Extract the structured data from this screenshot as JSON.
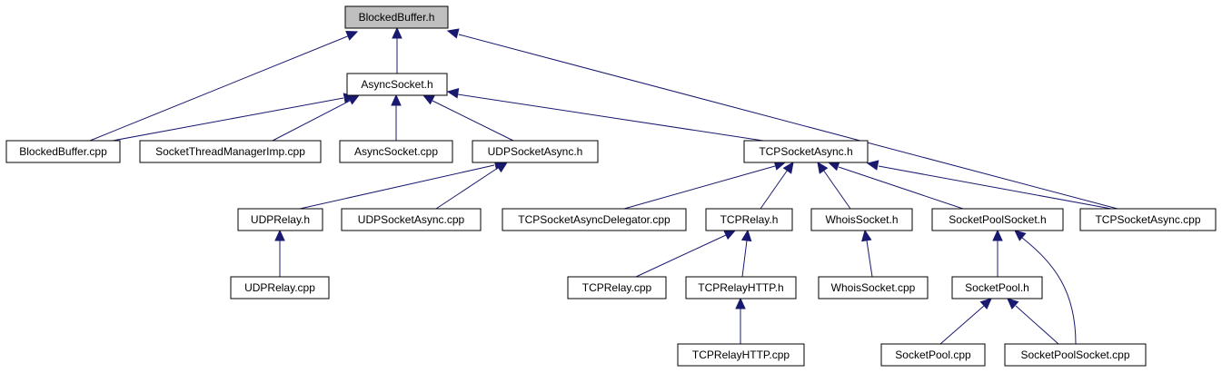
{
  "diagram": {
    "colors": {
      "edge": "#191970",
      "root_fill": "#bfbfbf",
      "node_fill": "#ffffff",
      "border": "#000000"
    },
    "nodes": {
      "blockedbuffer_h": "BlockedBuffer.h",
      "asyncsocket_h": "AsyncSocket.h",
      "blockedbuffer_cpp": "BlockedBuffer.cpp",
      "socketthreadmanagerimp_cpp": "SocketThreadManagerImp.cpp",
      "asyncsocket_cpp": "AsyncSocket.cpp",
      "udpsocketasync_h": "UDPSocketAsync.h",
      "tcpsocketasync_h": "TCPSocketAsync.h",
      "udprelay_h": "UDPRelay.h",
      "udpsocketasync_cpp": "UDPSocketAsync.cpp",
      "tcpsocketasyncdelegator_cpp": "TCPSocketAsyncDelegator.cpp",
      "tcprelay_h": "TCPRelay.h",
      "whoissocket_h": "WhoisSocket.h",
      "socketpoolsocket_h": "SocketPoolSocket.h",
      "tcpsocketasync_cpp": "TCPSocketAsync.cpp",
      "udprelay_cpp": "UDPRelay.cpp",
      "tcprelay_cpp": "TCPRelay.cpp",
      "tcprelayhttp_h": "TCPRelayHTTP.h",
      "whoissocket_cpp": "WhoisSocket.cpp",
      "socketpool_h": "SocketPool.h",
      "tcprelayhttp_cpp": "TCPRelayHTTP.cpp",
      "socketpool_cpp": "SocketPool.cpp",
      "socketpoolsocket_cpp": "SocketPoolSocket.cpp"
    },
    "edges": [
      [
        "blockedbuffer_cpp",
        "blockedbuffer_h"
      ],
      [
        "asyncsocket_h",
        "blockedbuffer_h"
      ],
      [
        "tcpsocketasync_cpp",
        "blockedbuffer_h"
      ],
      [
        "blockedbuffer_cpp",
        "asyncsocket_h"
      ],
      [
        "socketthreadmanagerimp_cpp",
        "asyncsocket_h"
      ],
      [
        "asyncsocket_cpp",
        "asyncsocket_h"
      ],
      [
        "udpsocketasync_h",
        "asyncsocket_h"
      ],
      [
        "tcpsocketasync_h",
        "asyncsocket_h"
      ],
      [
        "udprelay_h",
        "udpsocketasync_h"
      ],
      [
        "udpsocketasync_cpp",
        "udpsocketasync_h"
      ],
      [
        "tcpsocketasyncdelegator_cpp",
        "tcpsocketasync_h"
      ],
      [
        "tcprelay_h",
        "tcpsocketasync_h"
      ],
      [
        "whoissocket_h",
        "tcpsocketasync_h"
      ],
      [
        "socketpoolsocket_h",
        "tcpsocketasync_h"
      ],
      [
        "tcpsocketasync_cpp",
        "tcpsocketasync_h"
      ],
      [
        "udprelay_cpp",
        "udprelay_h"
      ],
      [
        "tcprelay_cpp",
        "tcprelay_h"
      ],
      [
        "tcprelayhttp_h",
        "tcprelay_h"
      ],
      [
        "tcprelayhttp_cpp",
        "tcprelayhttp_h"
      ],
      [
        "whoissocket_cpp",
        "whoissocket_h"
      ],
      [
        "socketpool_h",
        "socketpoolsocket_h"
      ],
      [
        "socketpoolsocket_cpp",
        "socketpoolsocket_h"
      ],
      [
        "socketpool_cpp",
        "socketpool_h"
      ],
      [
        "socketpoolsocket_cpp",
        "socketpool_h"
      ]
    ]
  }
}
